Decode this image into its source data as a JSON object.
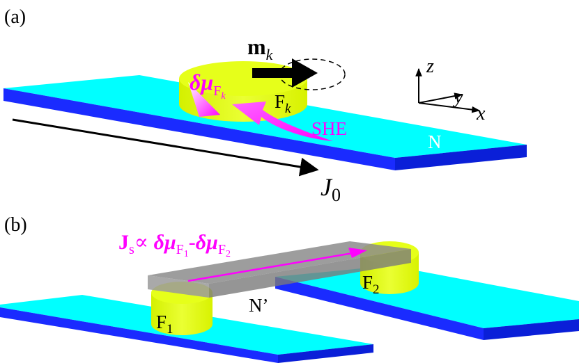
{
  "panel_a": {
    "label": "(a)",
    "magnetization": {
      "base": "m",
      "sub": "k"
    },
    "delta_mu": {
      "prefix": "δ",
      "symbol": "μ",
      "sub": "F",
      "subsub": "k"
    },
    "ferromagnet": {
      "base": "F",
      "sub": "k"
    },
    "she_label": "SHE",
    "normal_metal": "N",
    "current": {
      "base": "J",
      "sub": "0"
    },
    "axes": {
      "z": "z",
      "y": "y",
      "x": "x"
    }
  },
  "panel_b": {
    "label": "(b)",
    "spin_current": {
      "base": "J",
      "sub": "s",
      "relation": "∝ ",
      "term1": {
        "prefix": "δ",
        "symbol": "μ",
        "sub": "F",
        "subsub": "1"
      },
      "minus": "-",
      "term2": {
        "prefix": "δ",
        "symbol": "μ",
        "sub": "F",
        "subsub": "2"
      }
    },
    "f1": {
      "base": "F",
      "sub": "1"
    },
    "f2": {
      "base": "F",
      "sub": "2"
    },
    "bridge": "N’"
  },
  "colors": {
    "strip_top": "#00ffff",
    "strip_side": "#1a2bff",
    "disk": "#e6ff1a",
    "arrow_magenta": "#ff00ff",
    "bridge_gray": "#8c8c8c",
    "ink": "#000000"
  }
}
